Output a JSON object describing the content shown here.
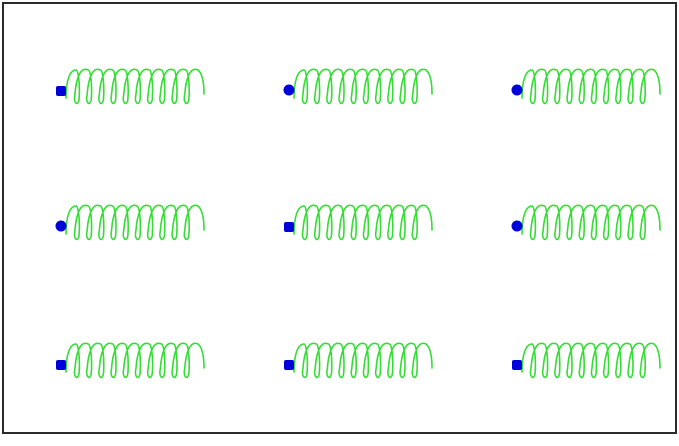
{
  "frame": {
    "border_color": "#2b2b2b",
    "background": "#ffffff"
  },
  "colors": {
    "coil": "#33dd33",
    "marker": "#0000dd"
  },
  "grid": {
    "rows": 3,
    "cols": 3
  },
  "coils": [
    {
      "row": 0,
      "col": 0,
      "icon": "coil-spring-icon",
      "marker": "blue-square-marker"
    },
    {
      "row": 0,
      "col": 1,
      "icon": "coil-spring-icon",
      "marker": "blue-dot-marker"
    },
    {
      "row": 0,
      "col": 2,
      "icon": "coil-spring-icon",
      "marker": "blue-dot-marker"
    },
    {
      "row": 1,
      "col": 0,
      "icon": "coil-spring-icon",
      "marker": "blue-dot-marker"
    },
    {
      "row": 1,
      "col": 1,
      "icon": "coil-spring-icon",
      "marker": "blue-square-marker"
    },
    {
      "row": 1,
      "col": 2,
      "icon": "coil-spring-icon",
      "marker": "blue-dot-marker"
    },
    {
      "row": 2,
      "col": 0,
      "icon": "coil-spring-icon",
      "marker": "blue-square-marker"
    },
    {
      "row": 2,
      "col": 1,
      "icon": "coil-spring-icon",
      "marker": "blue-square-marker"
    },
    {
      "row": 2,
      "col": 2,
      "icon": "coil-spring-icon",
      "marker": "blue-square-marker"
    }
  ]
}
